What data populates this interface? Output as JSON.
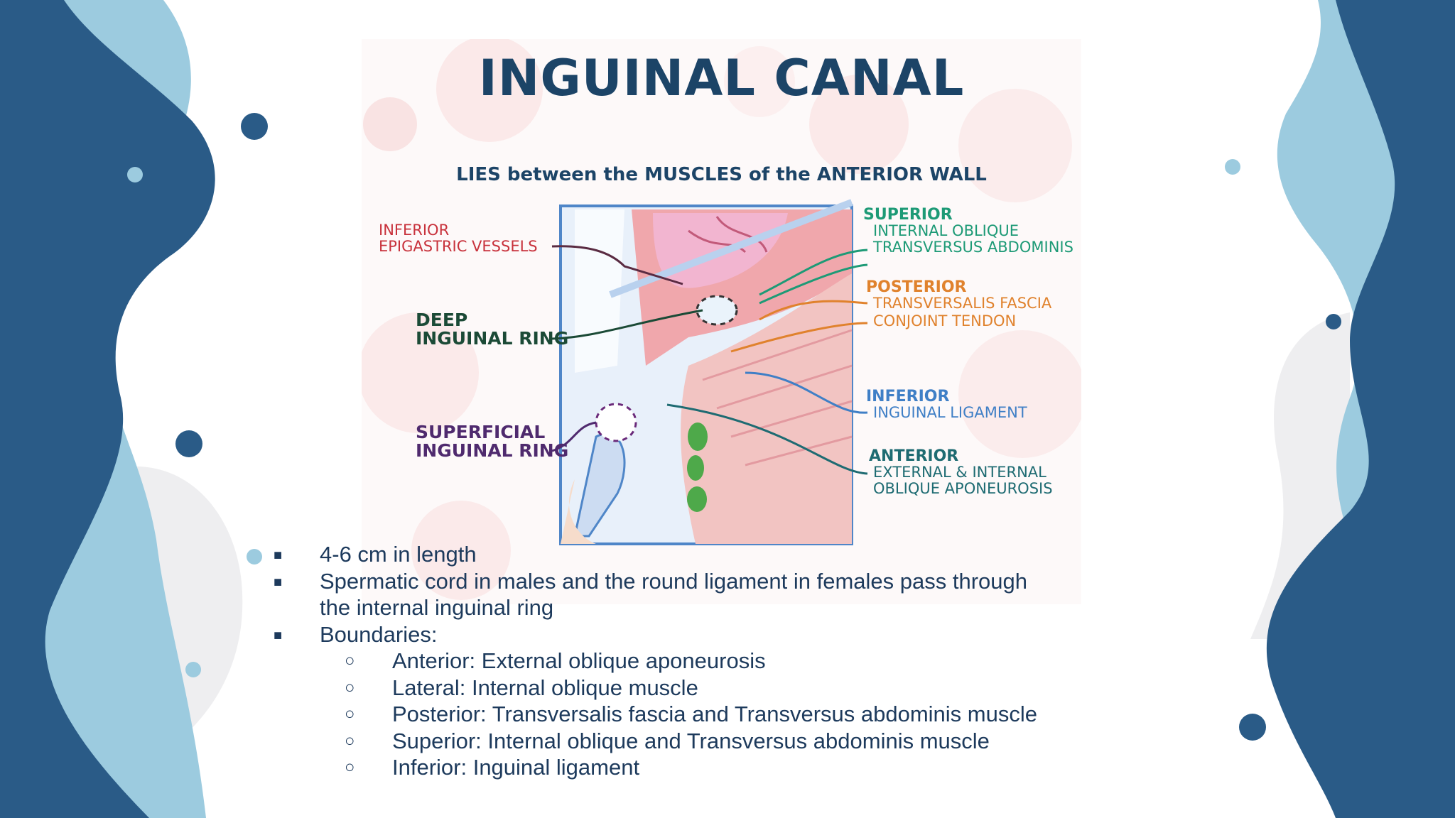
{
  "figure": {
    "title": "INGUINAL CANAL",
    "subtitle": "LIES between the MUSCLES of the ANTERIOR WALL",
    "labels": {
      "inferior_epigastric_1": "INFERIOR",
      "inferior_epigastric_2": "EPIGASTRIC VESSELS",
      "deep_ring_1": "DEEP",
      "deep_ring_2": "INGUINAL RING",
      "superficial_ring_1": "SUPERFICIAL",
      "superficial_ring_2": "INGUINAL RING",
      "superior_head": "SUPERIOR",
      "superior_1": "INTERNAL OBLIQUE",
      "superior_2": "TRANSVERSUS ABDOMINIS",
      "posterior_head": "POSTERIOR",
      "posterior_1": "TRANSVERSALIS FASCIA",
      "posterior_2": "CONJOINT TENDON",
      "inferior_head": "INFERIOR",
      "inferior_1": "INGUINAL LIGAMENT",
      "anterior_head": "ANTERIOR",
      "anterior_1": "EXTERNAL & INTERNAL",
      "anterior_2": "OBLIQUE APONEUROSIS"
    }
  },
  "bullets": [
    {
      "marker": "■",
      "text": "4-6 cm in length"
    },
    {
      "marker": "■",
      "text": "Spermatic cord in males and the round ligament in females pass through"
    },
    {
      "marker": "",
      "text": "the internal inguinal ring"
    },
    {
      "marker": "■",
      "text": "Boundaries:"
    }
  ],
  "sub_bullets": [
    {
      "marker": "○",
      "text": "Anterior: External oblique aponeurosis"
    },
    {
      "marker": "○",
      "text": "Lateral: Internal oblique muscle"
    },
    {
      "marker": "○",
      "text": "Posterior: Transversalis fascia and Transversus abdominis muscle"
    },
    {
      "marker": "○",
      "text": "Superior: Internal oblique and Transversus abdominis muscle"
    },
    {
      "marker": "○",
      "text": "Inferior: Inguinal ligament"
    }
  ],
  "colors": {
    "dark_blue": "#2a5b87",
    "light_blue": "#9ccbdf",
    "text": "#1d3a5c",
    "title": "#1c4467"
  }
}
